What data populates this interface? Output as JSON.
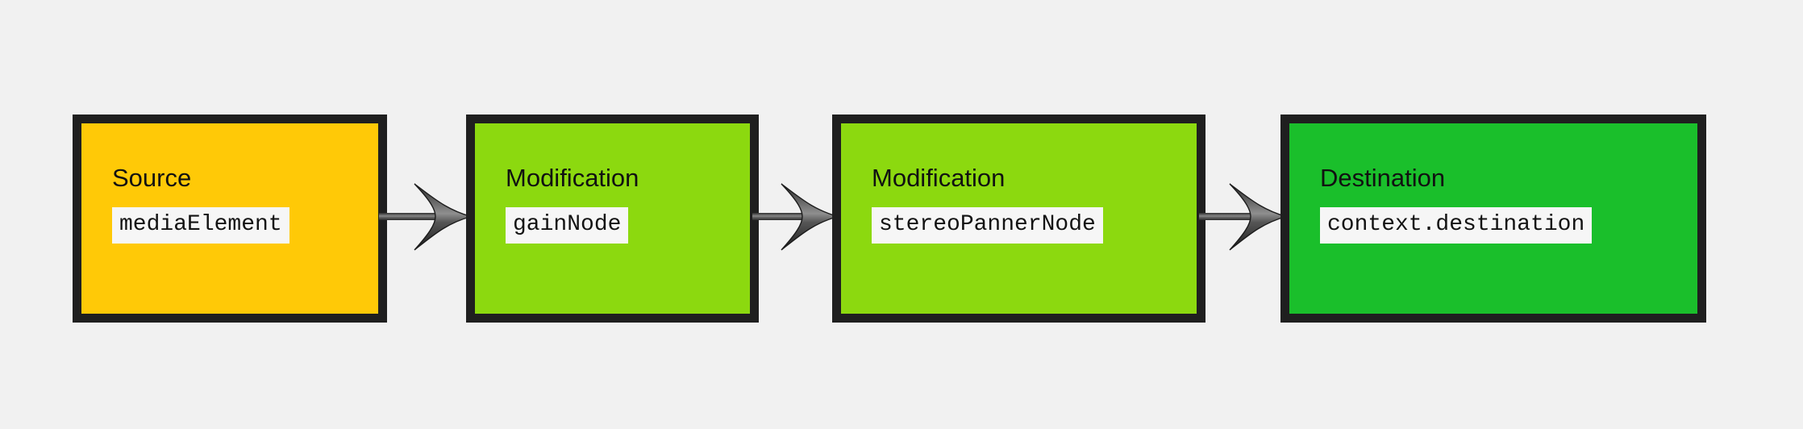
{
  "diagram": {
    "type": "flow",
    "orientation": "left-to-right",
    "background_color": "#f1f1f1",
    "border_color": "#1f1f1f",
    "arrow_color": "#4a4a4a",
    "nodes": [
      {
        "id": "source",
        "title": "Source",
        "code": "mediaElement",
        "fill_color": "#ffc907"
      },
      {
        "id": "gain",
        "title": "Modification",
        "code": "gainNode",
        "fill_color": "#8cd90f"
      },
      {
        "id": "panner",
        "title": "Modification",
        "code": "stereoPannerNode",
        "fill_color": "#8cd90f"
      },
      {
        "id": "destination",
        "title": "Destination",
        "code": "context.destination",
        "fill_color": "#1abf2b"
      }
    ],
    "edges": [
      {
        "id": "edge-1",
        "from": "source",
        "to": "gain",
        "icon": "arrow-right-icon"
      },
      {
        "id": "edge-2",
        "from": "gain",
        "to": "panner",
        "icon": "arrow-right-icon"
      },
      {
        "id": "edge-3",
        "from": "panner",
        "to": "destination",
        "icon": "arrow-right-icon"
      }
    ]
  }
}
